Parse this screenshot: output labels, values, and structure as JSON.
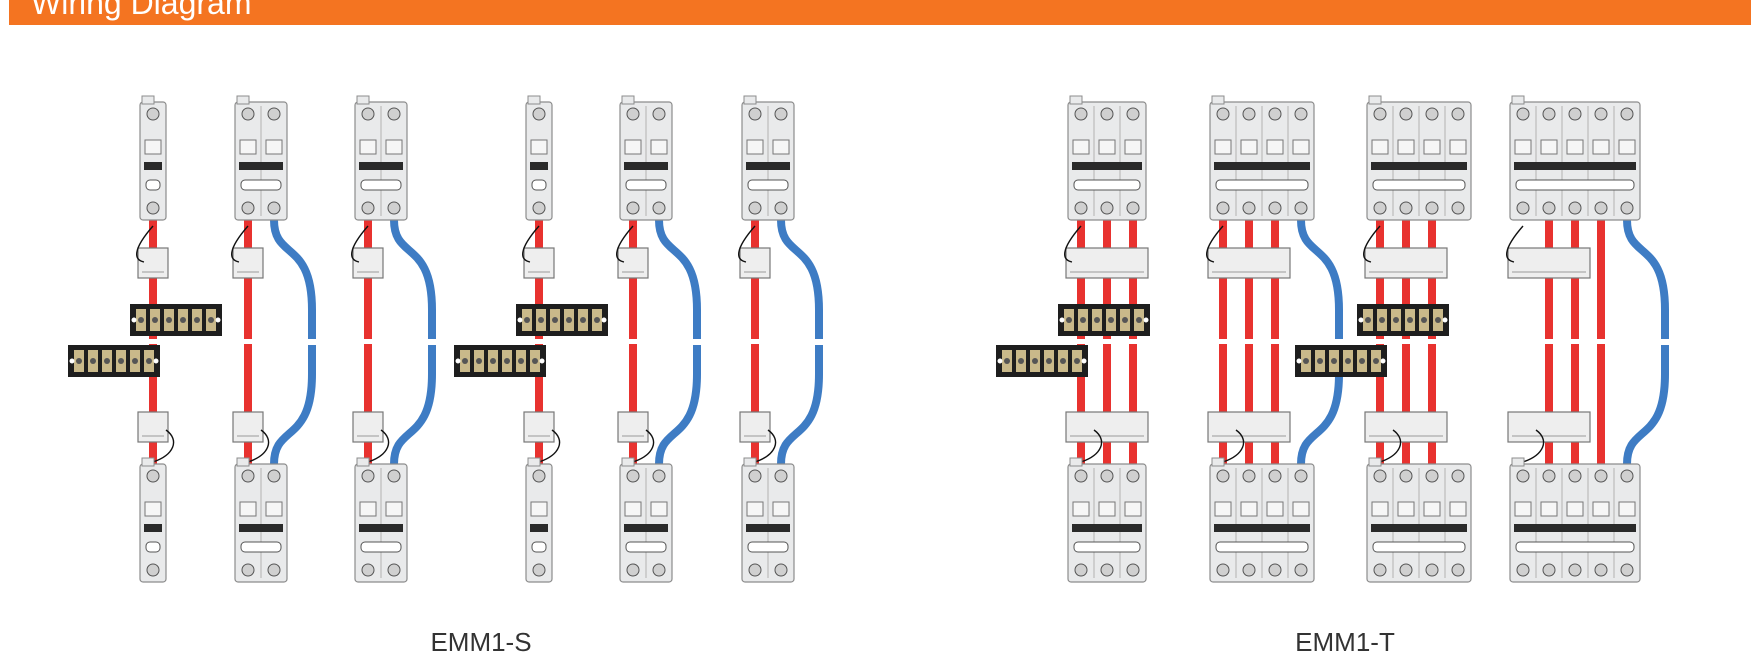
{
  "header": {
    "title": "Wiring Diagram",
    "color": "#f47421"
  },
  "groups": [
    {
      "label": "EMM1-S",
      "units": [
        {
          "poles": 1,
          "live_count": 1,
          "neutral": false,
          "breaker": "mcb-1p",
          "terminal_blocks": true
        },
        {
          "poles": 2,
          "live_count": 1,
          "neutral": true,
          "breaker": "rcbo-2p",
          "terminal_blocks": false
        },
        {
          "poles": 2,
          "live_count": 1,
          "neutral": true,
          "breaker": "mcb-2p",
          "terminal_blocks": false
        },
        {
          "poles": 1,
          "live_count": 1,
          "neutral": false,
          "breaker": "mcb-1p-slim",
          "terminal_blocks": true
        },
        {
          "poles": 2,
          "live_count": 1,
          "neutral": true,
          "breaker": "rcbo-2p",
          "terminal_blocks": false
        },
        {
          "poles": 2,
          "live_count": 1,
          "neutral": true,
          "breaker": "mcb-2p-slim",
          "terminal_blocks": false
        }
      ]
    },
    {
      "label": "EMM1-T",
      "units": [
        {
          "poles": 3,
          "live_count": 3,
          "neutral": false,
          "breaker": "mcb-3p",
          "terminal_blocks": true
        },
        {
          "poles": 4,
          "live_count": 3,
          "neutral": true,
          "breaker": "mcb-4p",
          "terminal_blocks": false
        },
        {
          "poles": 4,
          "live_count": 3,
          "neutral": false,
          "breaker": "mcb-3p-aux",
          "terminal_blocks": true
        },
        {
          "poles": 5,
          "live_count": 3,
          "neutral": true,
          "breaker": "mcb-4p-aux",
          "terminal_blocks": false
        }
      ]
    }
  ],
  "colors": {
    "live_wire": "#e8322f",
    "neutral_wire": "#3e7cc4",
    "breaker_body": "#e9eaeb",
    "breaker_outline": "#8c8c8c",
    "terminal_block": "#1e1e1e",
    "caption": "#333333"
  }
}
